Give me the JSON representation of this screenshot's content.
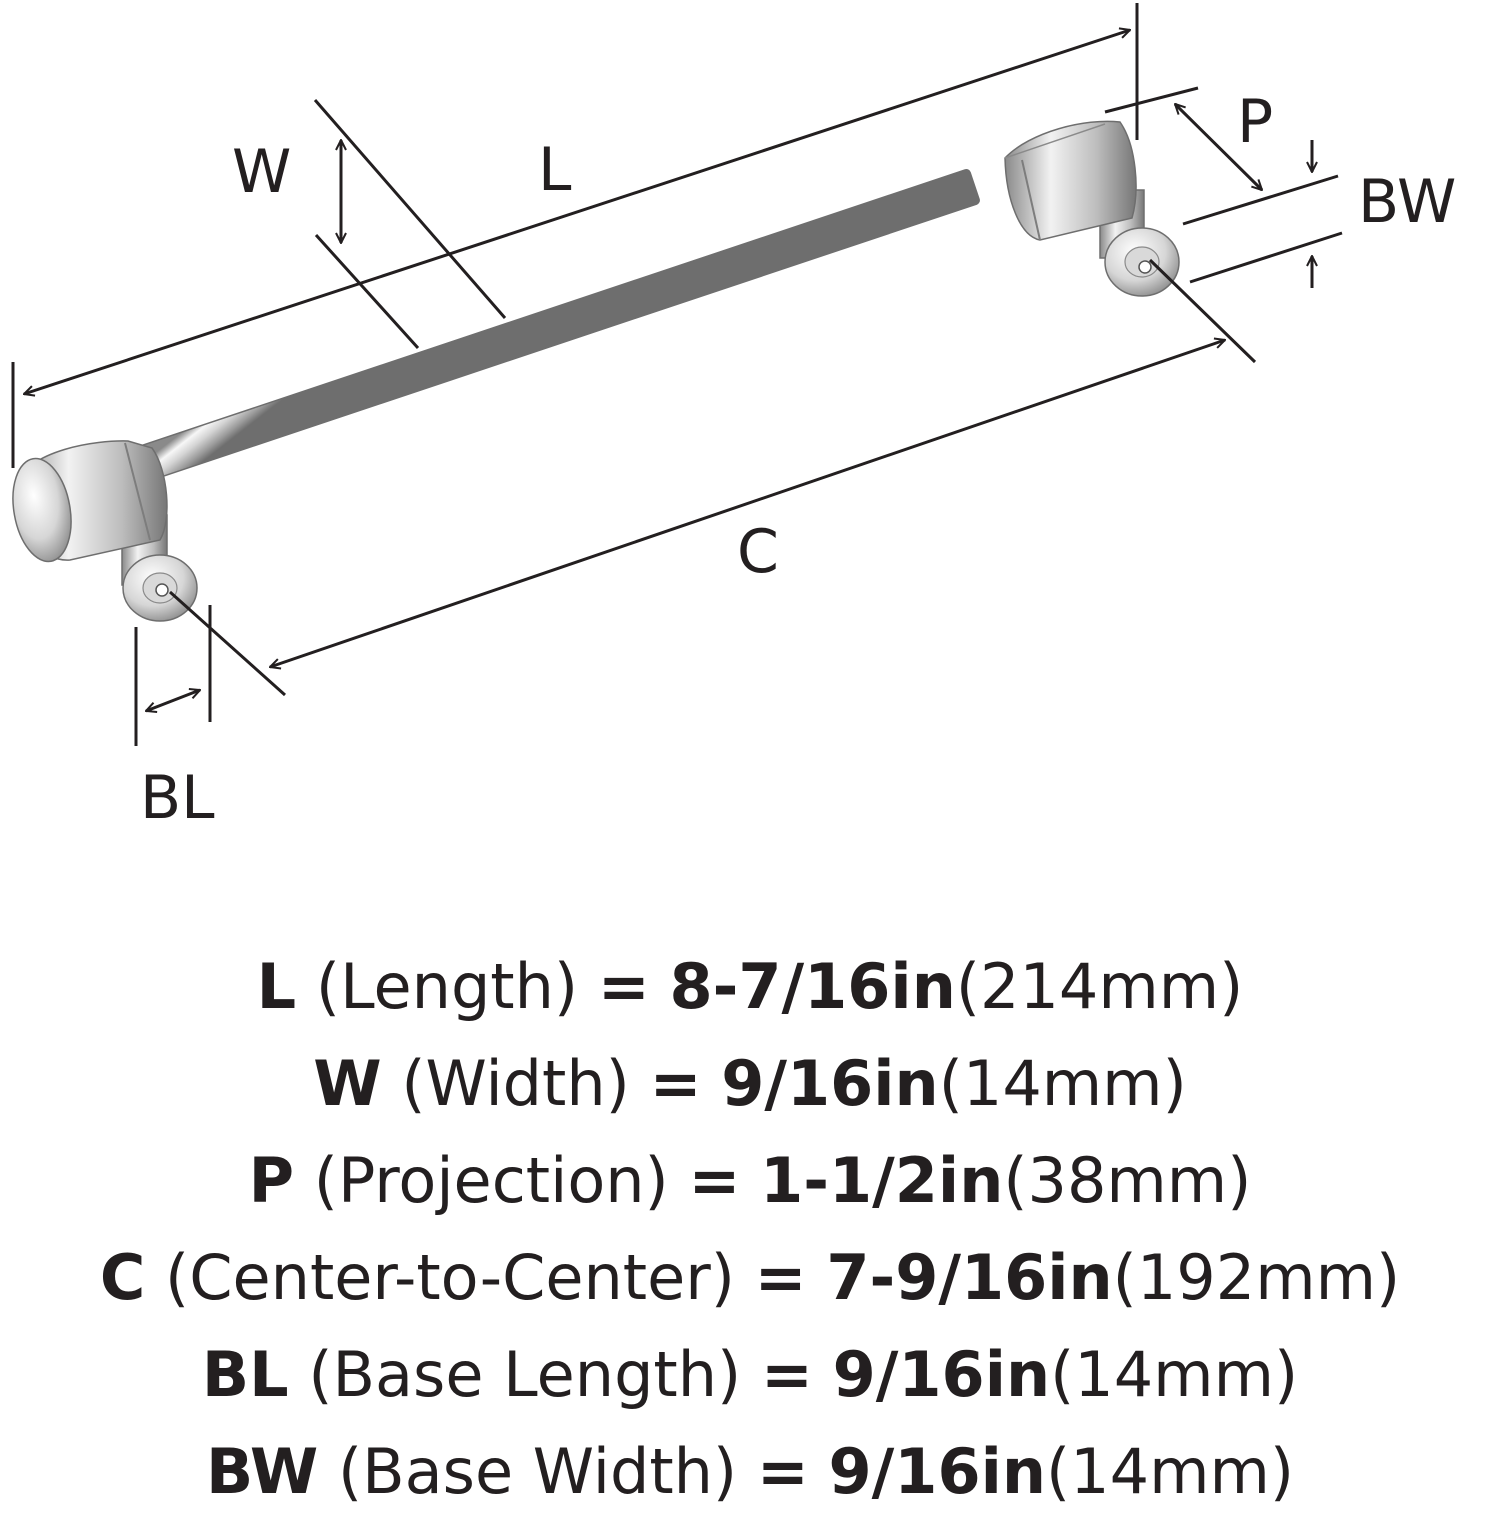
{
  "diagram": {
    "labels": {
      "W": "W",
      "L": "L",
      "P": "P",
      "BW": "BW",
      "C": "C",
      "BL": "BL"
    },
    "colors": {
      "ink": "#231f20",
      "metal_light": "#f4f4f4",
      "metal_mid": "#c9c9c9",
      "metal_dark": "#7d7d7d"
    }
  },
  "specs": [
    {
      "symbol": "L",
      "name": "(Length)",
      "equals": "=",
      "imperial": "8-7/16in",
      "metric": "(214mm)"
    },
    {
      "symbol": "W",
      "name": "(Width)",
      "equals": "=",
      "imperial": "9/16in",
      "metric": "(14mm)"
    },
    {
      "symbol": "P",
      "name": "(Projection)",
      "equals": "=",
      "imperial": "1-1/2in",
      "metric": "(38mm)"
    },
    {
      "symbol": "C",
      "name": "(Center-to-Center)",
      "equals": "=",
      "imperial": "7-9/16in",
      "metric": "(192mm)"
    },
    {
      "symbol": "BL",
      "name": "(Base Length)",
      "equals": "=",
      "imperial": "9/16in",
      "metric": "(14mm)"
    },
    {
      "symbol": "BW",
      "name": "(Base Width)",
      "equals": "=",
      "imperial": "9/16in",
      "metric": "(14mm)"
    }
  ]
}
